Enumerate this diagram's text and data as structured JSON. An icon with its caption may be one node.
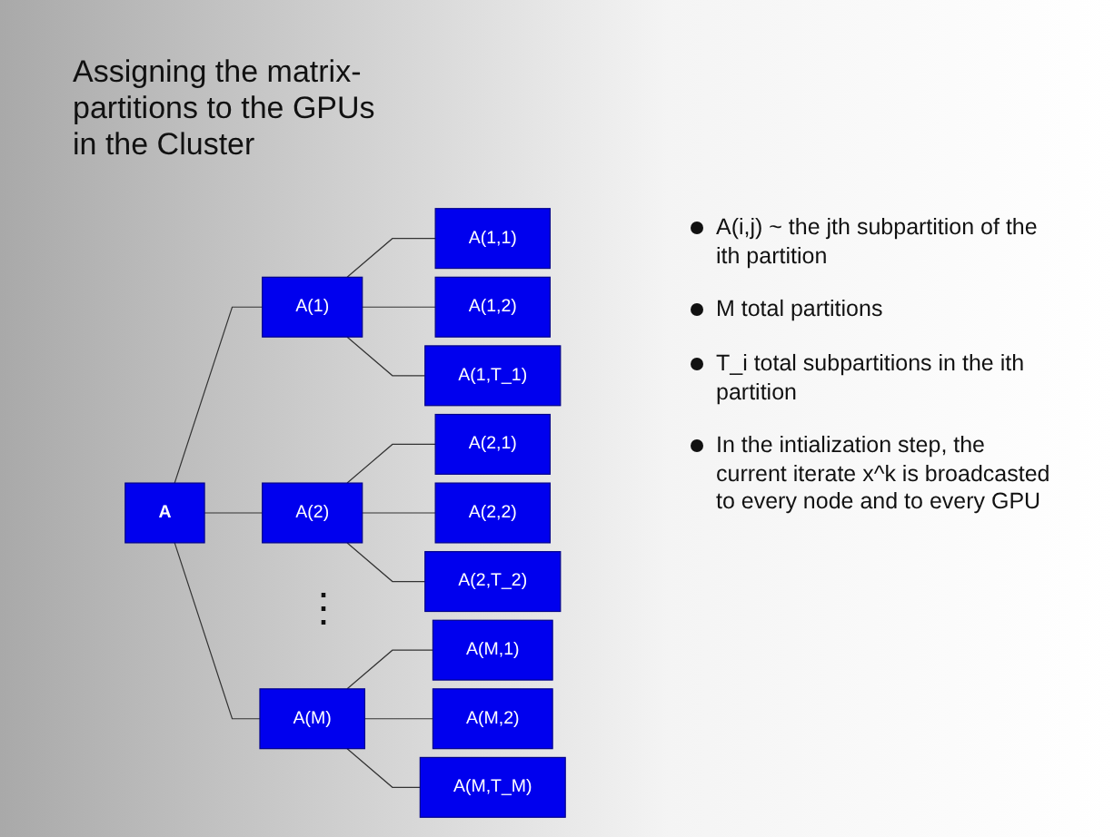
{
  "diagram": {
    "title": "Assigning the matrix- partitions to the GPUs in the Cluster",
    "nodes": [
      {
        "text": [
          "A"
        ]
      },
      {
        "text": [
          "A(1)"
        ]
      },
      {
        "text": [
          "A(1,1)"
        ]
      },
      {
        "text": [
          "A(1,2)"
        ]
      },
      {
        "text": [
          "A(1,T_1)"
        ]
      },
      {
        "text": [
          "A(2)"
        ]
      },
      {
        "text": [
          "A(2,1)"
        ]
      },
      {
        "text": [
          "A(2,2)"
        ]
      },
      {
        "text": [
          "A(2,T_2)"
        ]
      },
      {
        "text": [
          "A(M)"
        ]
      },
      {
        "text": [
          "A(M,1)"
        ]
      },
      {
        "text": [
          "A(M,2)"
        ]
      },
      {
        "text": [
          "A(M,T_M)"
        ]
      }
    ],
    "edges": [
      {
        "from": 0,
        "to": 1,
        "arrow": "none"
      },
      {
        "from": 0,
        "to": 5,
        "arrow": "none"
      },
      {
        "from": 0,
        "to": 9,
        "arrow": "none"
      },
      {
        "from": 1,
        "to": 2,
        "arrow": "none"
      },
      {
        "from": 1,
        "to": 3,
        "arrow": "none"
      },
      {
        "from": 1,
        "to": 4,
        "arrow": "none"
      },
      {
        "from": 5,
        "to": 6,
        "arrow": "none"
      },
      {
        "from": 5,
        "to": 7,
        "arrow": "none"
      },
      {
        "from": 5,
        "to": 8,
        "arrow": "none"
      },
      {
        "from": 9,
        "to": 10,
        "arrow": "none"
      },
      {
        "from": 9,
        "to": 11,
        "arrow": "none"
      },
      {
        "from": 9,
        "to": 12,
        "arrow": "none"
      }
    ],
    "labels": [
      "⋮",
      "A(i,j) ~ the jth subpartition of the ith partition",
      "M total partitions",
      "T_i total subpartitions in the ith partition",
      "In the intialization step, the current iterate x^k is broadcasted to every node and to every GPU"
    ]
  }
}
